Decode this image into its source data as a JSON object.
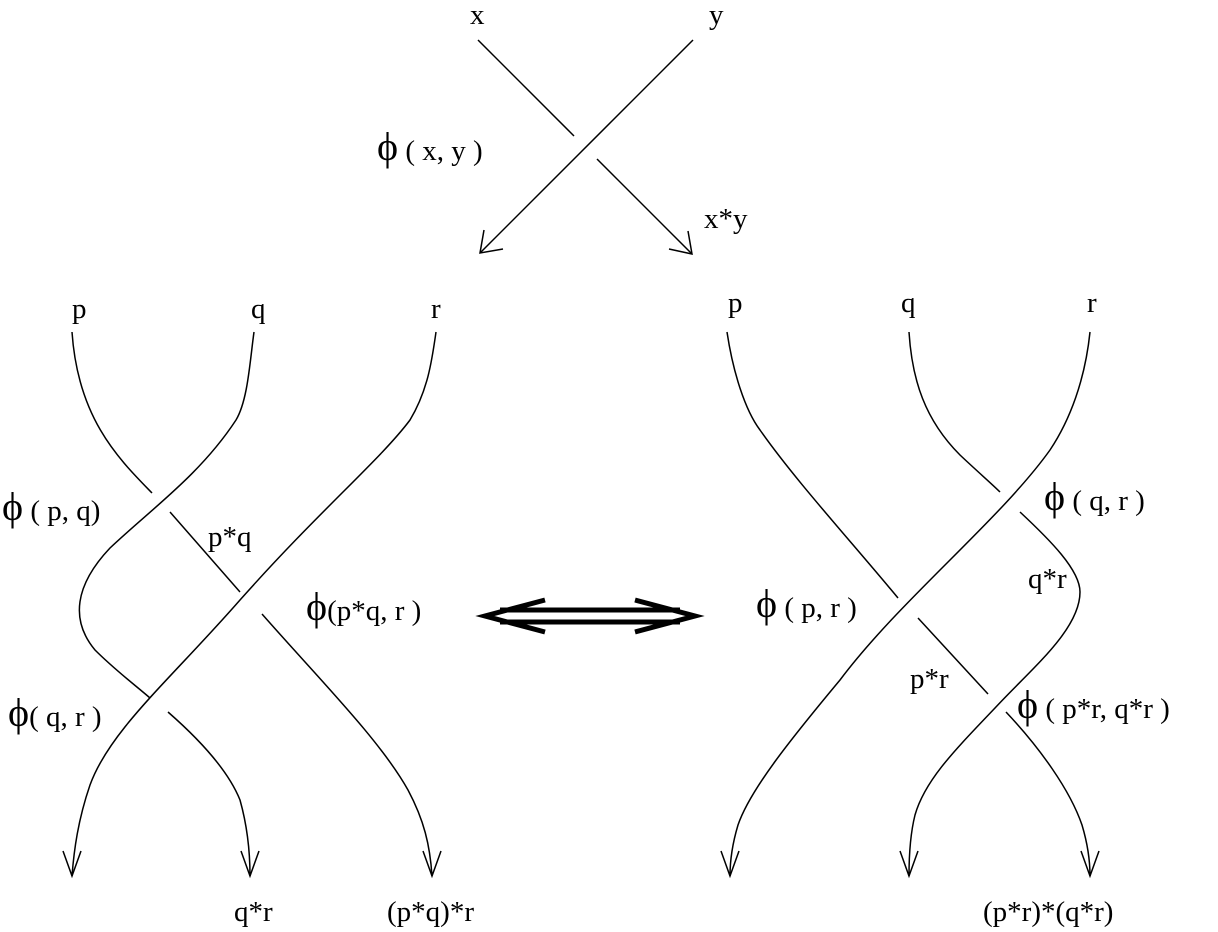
{
  "top_crossing": {
    "in_left": "x",
    "in_right": "y",
    "weight": {
      "symbol": "ϕ",
      "args": " ( x, y )"
    },
    "out_right": "x*y"
  },
  "left_braid": {
    "inputs": [
      "p",
      "q",
      "r"
    ],
    "weight1": {
      "symbol": "ϕ",
      "args": " ( p, q)"
    },
    "mid1": "p*q",
    "weight2": {
      "symbol": "ϕ",
      "args": "(p*q, r )"
    },
    "weight3": {
      "symbol": "ϕ",
      "args": "( q, r )"
    },
    "outputs": [
      "q*r",
      "(p*q)*r"
    ]
  },
  "right_braid": {
    "inputs": [
      "p",
      "q",
      "r"
    ],
    "weight1": {
      "symbol": "ϕ",
      "args": " ( q, r )"
    },
    "mid1": "q*r",
    "weight2": {
      "symbol": "ϕ",
      "args": " ( p, r )"
    },
    "mid2": "p*r",
    "weight3": {
      "symbol": "ϕ",
      "args": " ( p*r, q*r )"
    },
    "outputs": [
      "(p*r)*(q*r)"
    ]
  },
  "equivalence_arrow": "double-headed-arrow"
}
